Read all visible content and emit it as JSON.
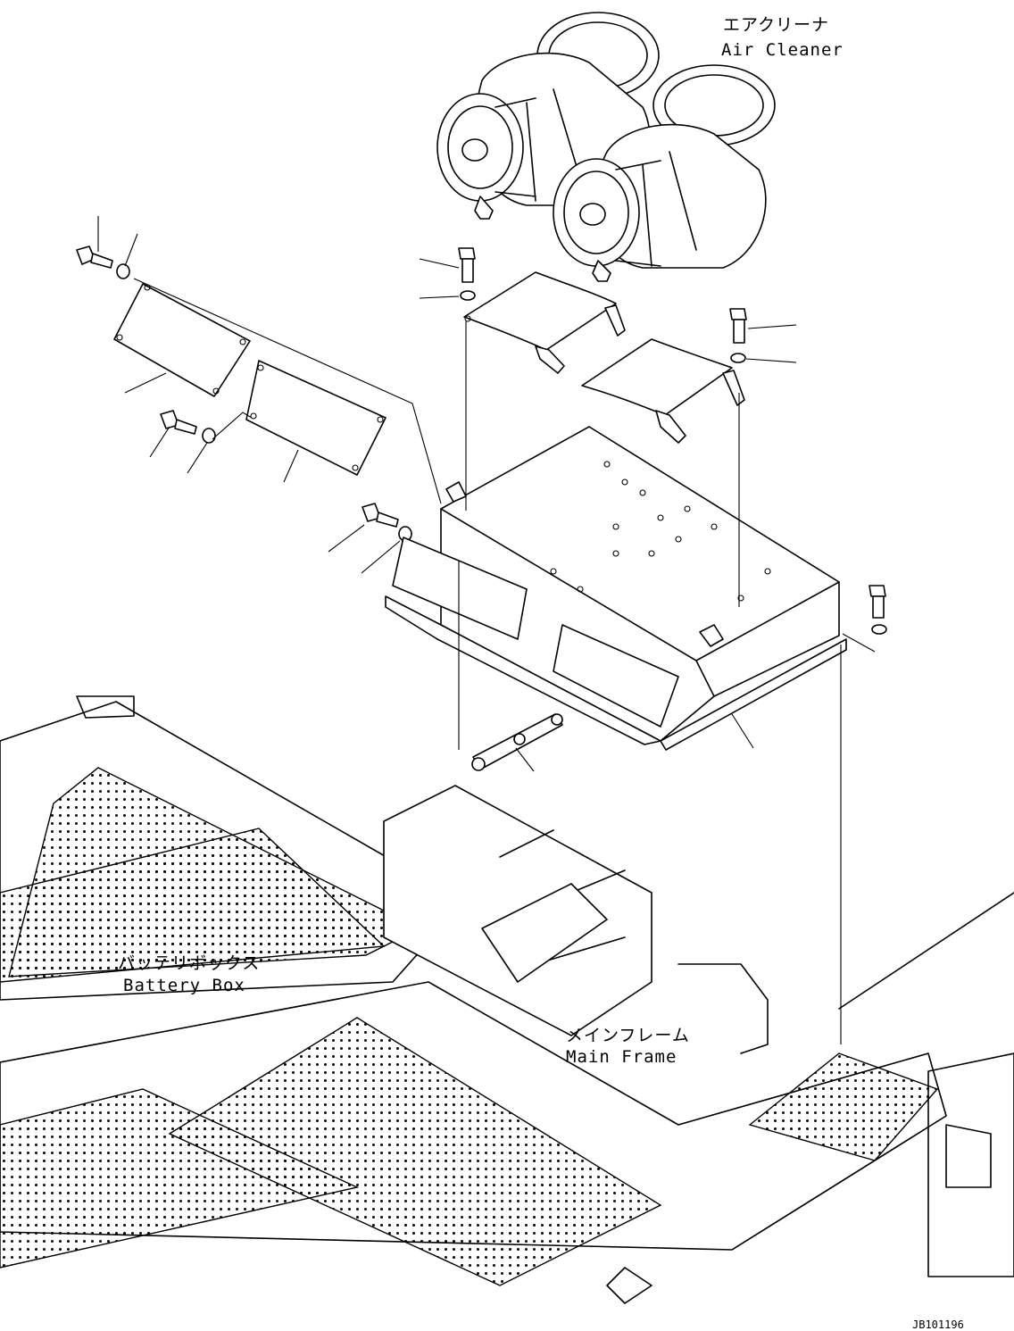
{
  "labels": {
    "air_cleaner_jp": "エアクリーナ",
    "air_cleaner_en": "Air Cleaner",
    "battery_box_jp": "バッテリボックス",
    "battery_box_en": "Battery Box",
    "main_frame_jp": "メインフレーム",
    "main_frame_en": "Main Frame"
  },
  "drawing_code": "JB101196",
  "colors": {
    "line": "#000000",
    "background": "#ffffff"
  }
}
